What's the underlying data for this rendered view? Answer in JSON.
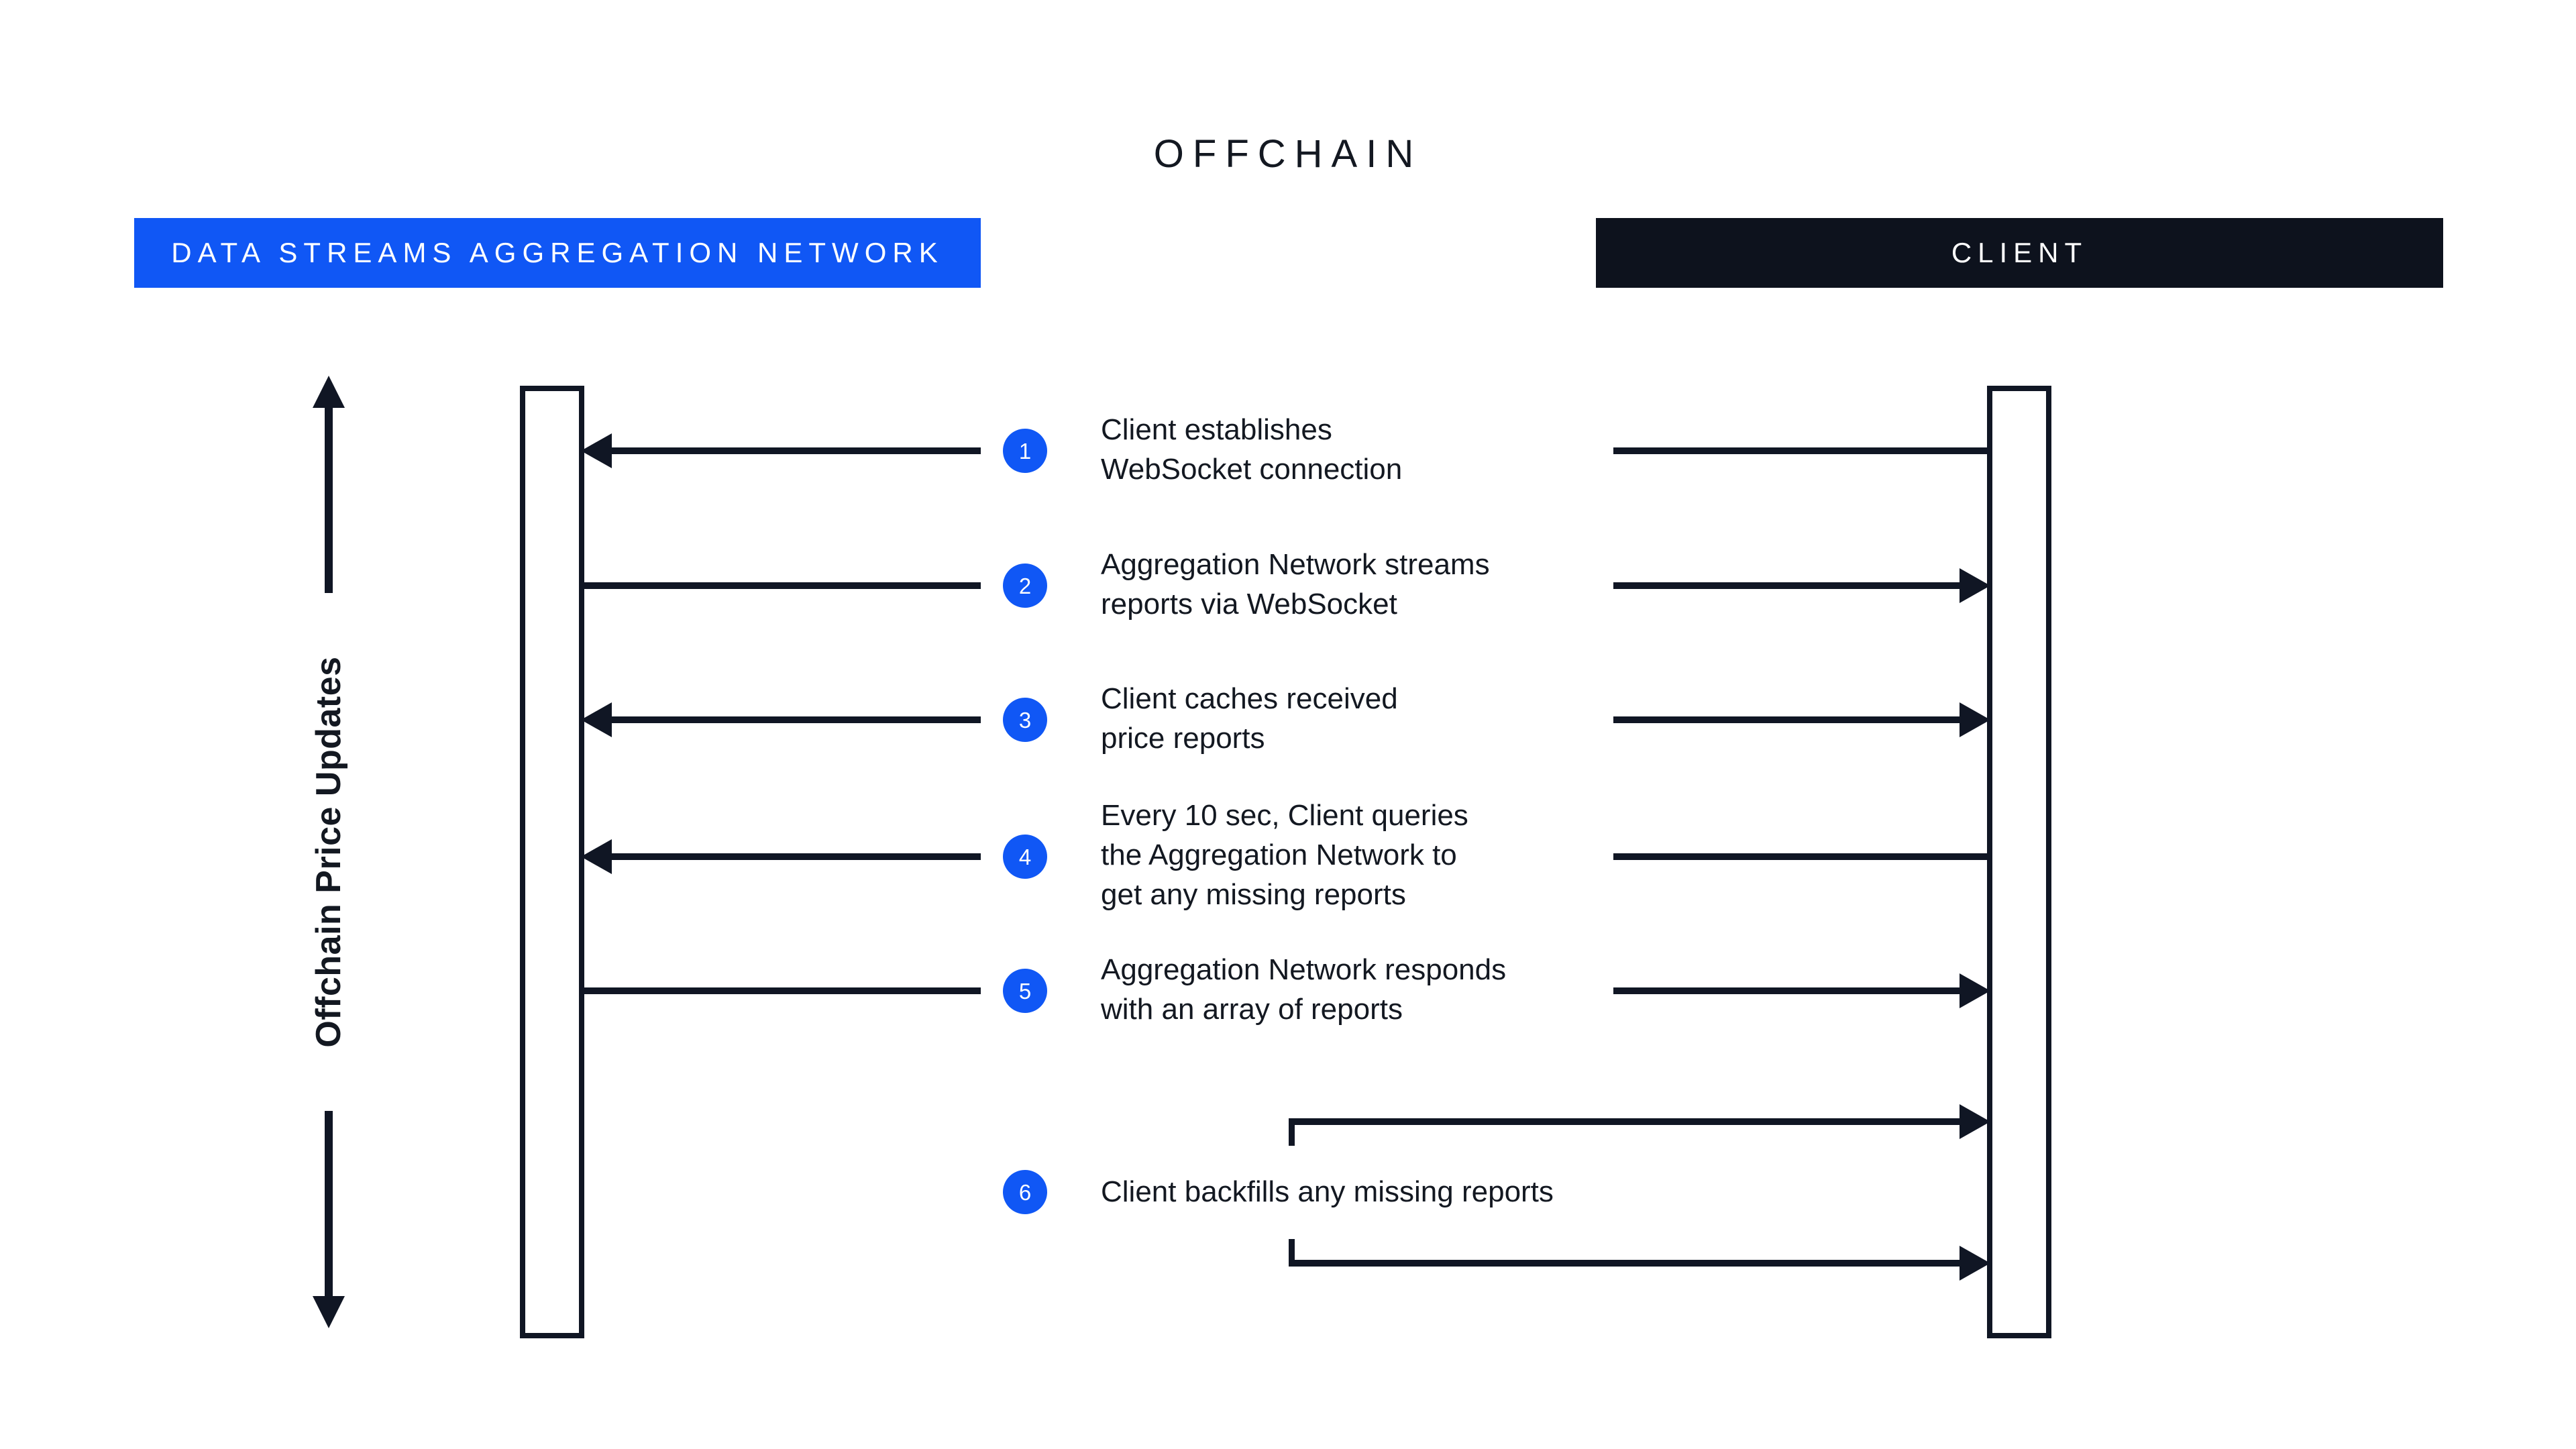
{
  "diagram": {
    "title": "OFFCHAIN",
    "accent_blue": "#1057f5",
    "dark": "#0d121d",
    "background": "#ffffff"
  },
  "columns": {
    "left": {
      "label": "DATA STREAMS AGGREGATION NETWORK",
      "bar_color": "#1057f5",
      "text_color": "#ffffff"
    },
    "right": {
      "label": "CLIENT",
      "bar_color": "#0d121d",
      "text_color": "#ffffff"
    }
  },
  "axis": {
    "label": "Offchain Price Updates",
    "direction": "double-headed-vertical"
  },
  "steps": [
    {
      "number": "1",
      "text": "Client establishes\nWebSocket connection",
      "left_arrow": "left",
      "right_arrow": "none"
    },
    {
      "number": "2",
      "text": "Aggregation Network streams\nreports via WebSocket",
      "left_arrow": "none",
      "right_arrow": "right"
    },
    {
      "number": "3",
      "text": "Client caches received\nprice reports",
      "left_arrow": "left",
      "right_arrow": "right"
    },
    {
      "number": "4",
      "text": "Every 10 sec, Client queries\nthe Aggregation Network to\nget any missing reports",
      "left_arrow": "left",
      "right_arrow": "none"
    },
    {
      "number": "5",
      "text": "Aggregation Network responds\nwith an array of reports",
      "left_arrow": "none",
      "right_arrow": "right"
    },
    {
      "number": "6",
      "text": "Client backfills any missing reports",
      "left_arrow": "none",
      "right_arrow": "bracket-pair"
    }
  ]
}
